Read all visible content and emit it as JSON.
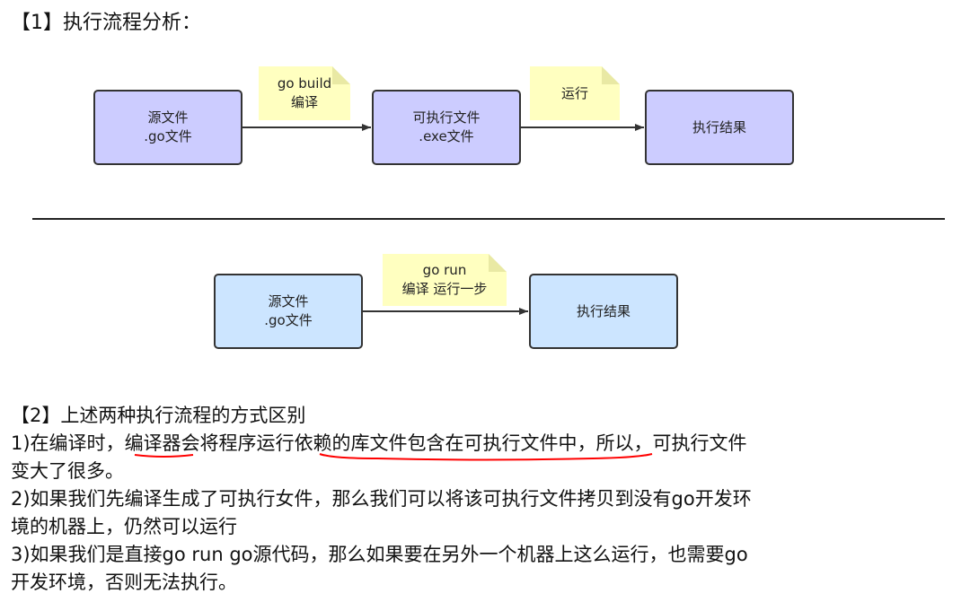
{
  "section1": {
    "title": "【1】执行流程分析：",
    "flow1": {
      "source": [
        "源文件",
        ".go文件"
      ],
      "note_build": [
        "go build",
        "编译"
      ],
      "exe": [
        "可执行文件",
        ".exe文件"
      ],
      "note_run": [
        "运行"
      ],
      "result": [
        "执行结果"
      ]
    },
    "flow2": {
      "source": [
        "源文件",
        ".go文件"
      ],
      "note_gorun": [
        "go run",
        "编译 运行一步"
      ],
      "result": [
        "执行结果"
      ]
    }
  },
  "section2": {
    "title": "【2】上述两种执行流程的方式区别",
    "p1": {
      "a": "1)在编译时，",
      "b": "编译器",
      "c": "会将程序运行",
      "d": "依赖的库文件包含在可执行文件中",
      "e": "，所以，可执行文件",
      "line2": "变大了很多。"
    },
    "p2": {
      "line1": "2)如果我们先编译生成了可执行女件，那么我们可以将该可执行文件拷贝到没有go开发环",
      "line2": "境的机器上，仍然可以运行"
    },
    "p3": {
      "line1": "3)如果我们是直接go run go源代码，那么如果要在另外一个机器上这么运行，也需要go",
      "line2": "开发环境，否则无法执行。"
    }
  },
  "colors": {
    "box_purple": "#ccccff",
    "box_blue": "#cce5ff",
    "note_yellow": "#ffffc0",
    "underline_red": "#ff0000"
  }
}
